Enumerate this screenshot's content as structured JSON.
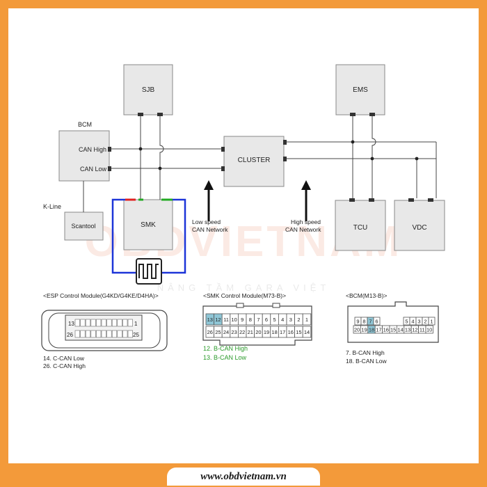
{
  "modules": {
    "sjb": "SJB",
    "ems": "EMS",
    "bcm": "BCM",
    "cluster": "CLUSTER",
    "smk": "SMK",
    "scantool": "Scantool",
    "tcu": "TCU",
    "vdc": "VDC"
  },
  "bcm_lines": {
    "can_high": "CAN High",
    "can_low": "CAN Low"
  },
  "kline": "K-Line",
  "networks": {
    "low_speed_1": "Low speed",
    "low_speed_2": "CAN Network",
    "high_speed_1": "High speed",
    "high_speed_2": "CAN Network"
  },
  "watermark": "OBDVIETNAM",
  "watermark_sub": "NÂNG TẦM GARA VIỆT",
  "connectors": {
    "esp": {
      "title": "<ESP Control Module(G4KD/G4KE/D4HA)>",
      "row1_first": "13",
      "row1_last": "1",
      "row2_first": "26",
      "row2_last": "25",
      "note1": "14. C-CAN Low",
      "note2": "26. C-CAN High"
    },
    "smk": {
      "title": "<SMK Control Module(M73-B)>",
      "row1": [
        "13",
        "12",
        "11",
        "10",
        "9",
        "8",
        "7",
        "6",
        "5",
        "4",
        "3",
        "2",
        "1"
      ],
      "row2": [
        "26",
        "25",
        "24",
        "23",
        "22",
        "21",
        "20",
        "19",
        "18",
        "17",
        "16",
        "15",
        "14"
      ],
      "note1": "12. B-CAN High",
      "note2": "13. B-CAN Low"
    },
    "bcm": {
      "title": "<BCM(M13-B)>",
      "row1": [
        "9",
        "8",
        "7",
        "6",
        "5",
        "4",
        "3",
        "2",
        "1"
      ],
      "row2": [
        "20",
        "19",
        "18",
        "17",
        "16",
        "15",
        "14",
        "13",
        "12",
        "11",
        "10"
      ],
      "note1": "7. B-CAN High",
      "note2": "18. B-CAN Low"
    }
  },
  "footer": "www.obdvietnam.vn",
  "colors": {
    "frame": "#f39a3a",
    "box": "#e8e8e8",
    "highlight_pin": "#8fc6d6",
    "green_note": "#2a9a2a",
    "blue_wire": "#1c34d8",
    "red_wire": "#e02020",
    "green_wire": "#22aa22"
  }
}
